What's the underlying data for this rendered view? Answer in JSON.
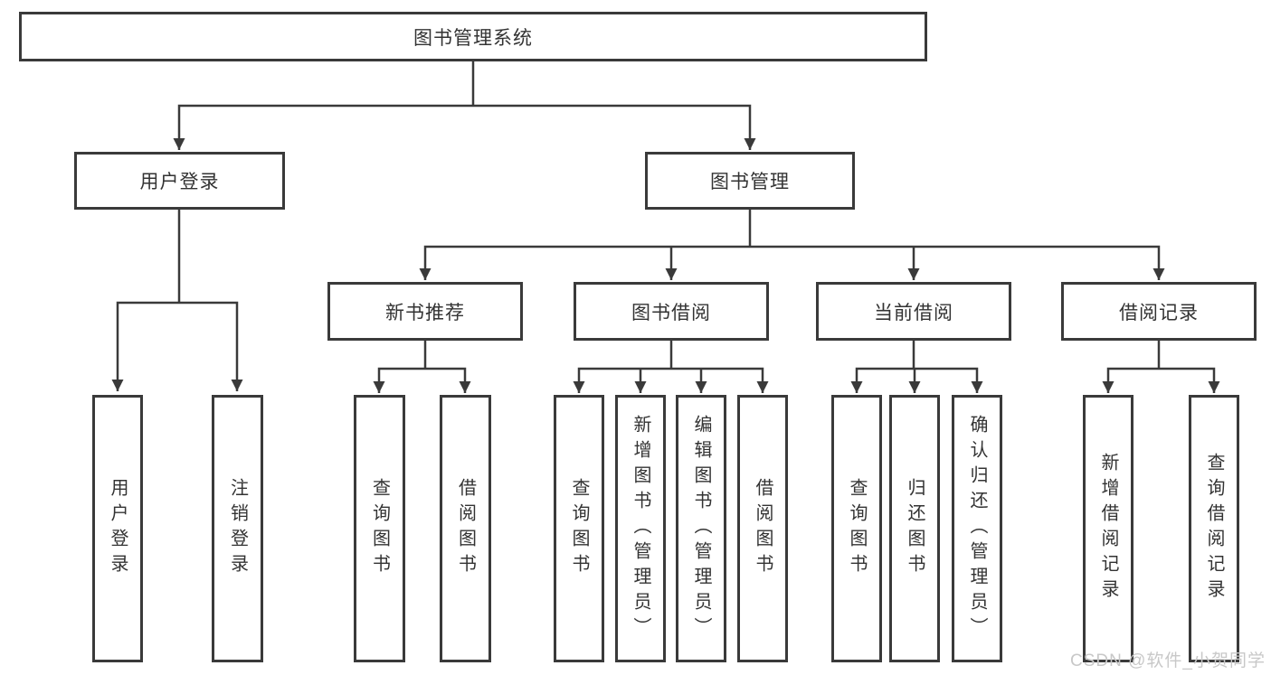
{
  "diagram": {
    "root": {
      "label": "图书管理系统"
    },
    "branches": {
      "user_login": {
        "label": "用户登录",
        "children": [
          {
            "label": "用户登录"
          },
          {
            "label": "注销登录"
          }
        ]
      },
      "book_mgmt": {
        "label": "图书管理",
        "children": {
          "new_book": {
            "label": "新书推荐",
            "children": [
              {
                "label": "查询图书"
              },
              {
                "label": "借阅图书"
              }
            ]
          },
          "book_borrow": {
            "label": "图书借阅",
            "children": [
              {
                "label": "查询图书"
              },
              {
                "label": "新增图书（管理员）"
              },
              {
                "label": "编辑图书（管理员）"
              },
              {
                "label": "借阅图书"
              }
            ]
          },
          "current_borrow": {
            "label": "当前借阅",
            "children": [
              {
                "label": "查询图书"
              },
              {
                "label": "归还图书"
              },
              {
                "label": "确认归还（管理员）"
              }
            ]
          },
          "borrow_record": {
            "label": "借阅记录",
            "children": [
              {
                "label": "新增借阅记录"
              },
              {
                "label": "查询借阅记录"
              }
            ]
          }
        }
      }
    }
  },
  "watermark": "CSDN @软件_小贺同学",
  "colors": {
    "line": "#3a3a3a",
    "text": "#333333",
    "watermark": "#c8c8c8",
    "background": "#ffffff"
  }
}
